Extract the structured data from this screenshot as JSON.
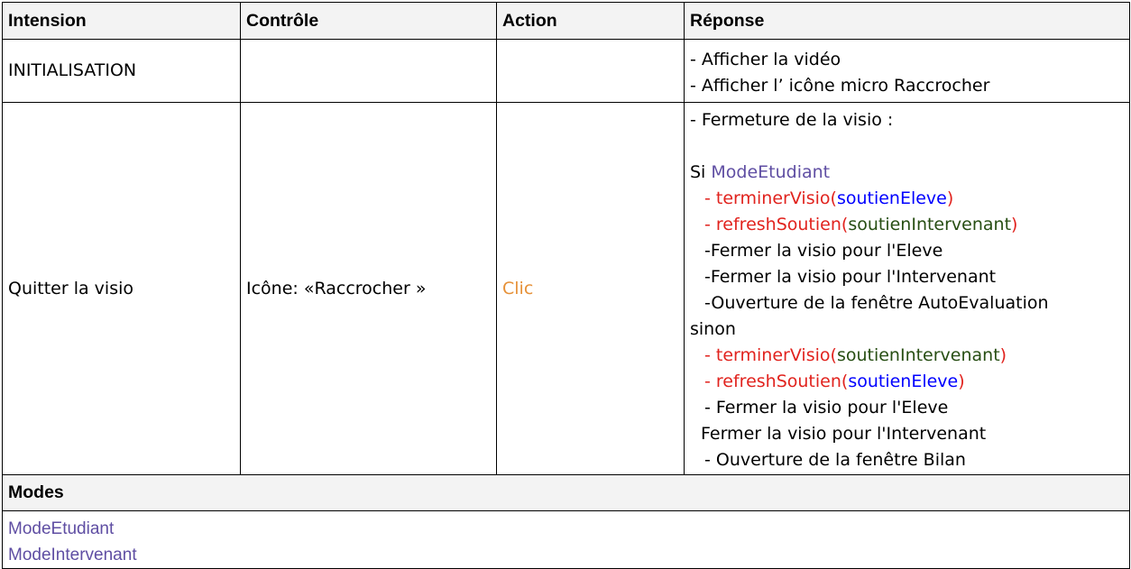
{
  "headers": [
    "Intension",
    "Contrôle",
    "Action",
    "Réponse"
  ],
  "rows": {
    "init": {
      "intension": "INITIALISATION",
      "controle": "",
      "action": "",
      "reponse": [
        "- Afficher la vidéo",
        "- Afficher l’ icône micro Raccrocher"
      ]
    },
    "quit": {
      "intension": "Quitter la visio",
      "controle": "Icône: «Raccrocher »",
      "action": "Clic",
      "reponse": {
        "l1": "- Fermeture de la visio :",
        "si": "Si ",
        "mode_etudiant": "ModeEtudiant",
        "a_dash": "- ",
        "a_fn": "terminerVisio(",
        "a_arg": "soutienEleve",
        "a_close": ")",
        "b_dash": "- ",
        "b_fn": "refreshSoutien(",
        "b_arg": "soutienIntervenant",
        "b_close": ")",
        "c": "-Fermer la visio pour l'Eleve",
        "d": "-Fermer la visio pour l'Intervenant",
        "e": "-Ouverture de la fenêtre AutoEvaluation",
        "sinon": "sinon",
        "f_dash": "- ",
        "f_fn": "terminerVisio(",
        "f_arg": "soutienIntervenant",
        "f_close": ")",
        "g_dash": "- ",
        "g_fn": "refreshSoutien(",
        "g_arg": "soutienEleve",
        "g_close": ")",
        "h": "- Fermer la visio pour l'Eleve",
        "i": "Fermer la visio pour l'Intervenant",
        "j": "- Ouverture de la fenêtre Bilan"
      }
    }
  },
  "modes": {
    "title": "Modes",
    "items": [
      "ModeEtudiant",
      "ModeIntervenant"
    ]
  },
  "colors": {
    "mode": "#5f4ea3",
    "function": "#e1231e",
    "arg_eleve": "#0000ff",
    "arg_intervenant": "#274e13",
    "action": "#e69138",
    "header_bg": "#f3f3f3"
  }
}
